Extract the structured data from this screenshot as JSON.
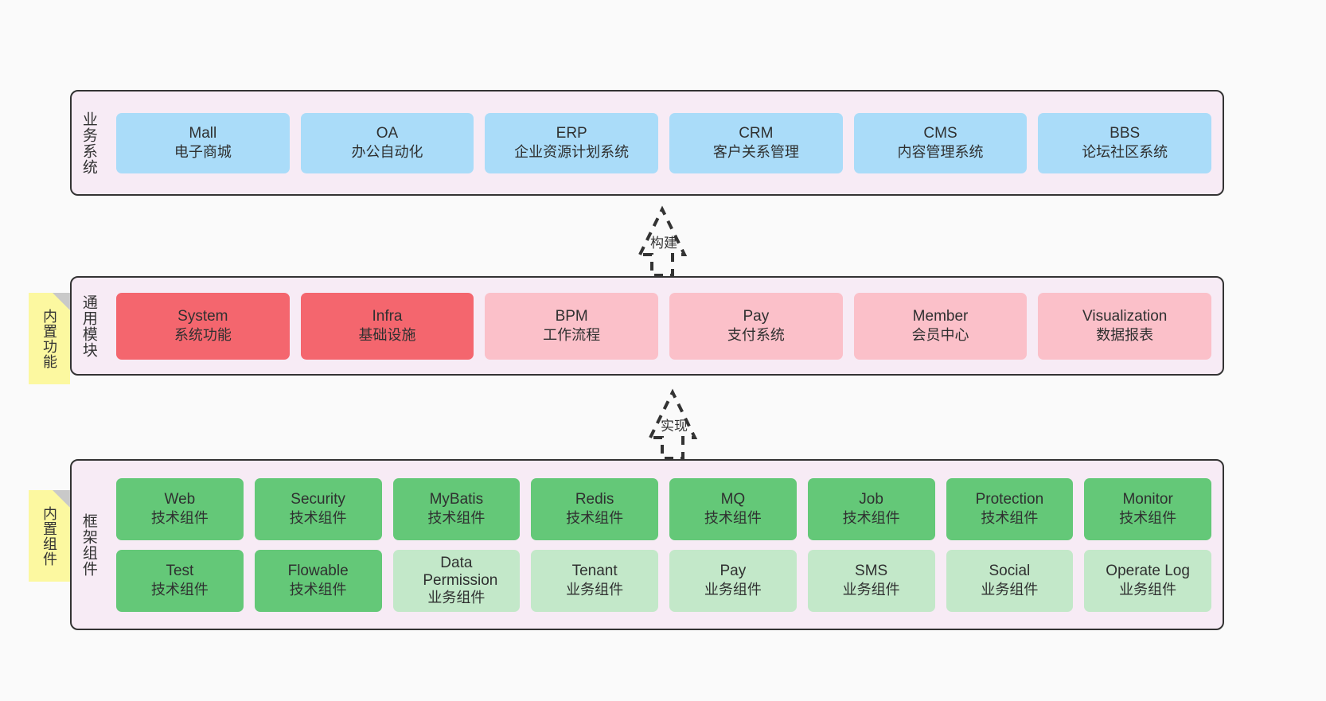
{
  "diagram": {
    "background": "#fafafa",
    "panel_bg": "#f7ebf5",
    "panel_border": "#333333",
    "note_bg": "#fcf8a0",
    "note_fold": "#c9c9c9"
  },
  "layers": [
    {
      "id": "business",
      "title": "业务系统",
      "color": "#aadcf9",
      "cards": [
        {
          "en": "Mall",
          "cn": "电子商城"
        },
        {
          "en": "OA",
          "cn": "办公自动化"
        },
        {
          "en": "ERP",
          "cn": "企业资源计划系统"
        },
        {
          "en": "CRM",
          "cn": "客户关系管理"
        },
        {
          "en": "CMS",
          "cn": "内容管理系统"
        },
        {
          "en": "BBS",
          "cn": "论坛社区系统"
        }
      ]
    },
    {
      "id": "common",
      "title": "通用模块",
      "note": "内置功能",
      "cards": [
        {
          "en": "System",
          "cn": "系统功能",
          "color": "#f4666e"
        },
        {
          "en": "Infra",
          "cn": "基础设施",
          "color": "#f4666e"
        },
        {
          "en": "BPM",
          "cn": "工作流程",
          "color": "#fbc0c9"
        },
        {
          "en": "Pay",
          "cn": "支付系统",
          "color": "#fbc0c9"
        },
        {
          "en": "Member",
          "cn": "会员中心",
          "color": "#fbc0c9"
        },
        {
          "en": "Visualization",
          "cn": "数据报表",
          "color": "#fbc0c9"
        }
      ]
    },
    {
      "id": "framework",
      "title": "框架组件",
      "note": "内置组件",
      "rows": [
        [
          {
            "en": "Web",
            "cn": "技术组件",
            "color": "#64c878"
          },
          {
            "en": "Security",
            "cn": "技术组件",
            "color": "#64c878"
          },
          {
            "en": "MyBatis",
            "cn": "技术组件",
            "color": "#64c878"
          },
          {
            "en": "Redis",
            "cn": "技术组件",
            "color": "#64c878"
          },
          {
            "en": "MQ",
            "cn": "技术组件",
            "color": "#64c878"
          },
          {
            "en": "Job",
            "cn": "技术组件",
            "color": "#64c878"
          },
          {
            "en": "Protection",
            "cn": "技术组件",
            "color": "#64c878"
          },
          {
            "en": "Monitor",
            "cn": "技术组件",
            "color": "#64c878"
          }
        ],
        [
          {
            "en": "Test",
            "cn": "技术组件",
            "color": "#64c878"
          },
          {
            "en": "Flowable",
            "cn": "技术组件",
            "color": "#64c878"
          },
          {
            "en": "Data Permission",
            "cn": "业务组件",
            "color": "#c3e8c9"
          },
          {
            "en": "Tenant",
            "cn": "业务组件",
            "color": "#c3e8c9"
          },
          {
            "en": "Pay",
            "cn": "业务组件",
            "color": "#c3e8c9"
          },
          {
            "en": "SMS",
            "cn": "业务组件",
            "color": "#c3e8c9"
          },
          {
            "en": "Social",
            "cn": "业务组件",
            "color": "#c3e8c9"
          },
          {
            "en": "Operate Log",
            "cn": "业务组件",
            "color": "#c3e8c9"
          }
        ]
      ]
    }
  ],
  "connectors": [
    {
      "id": "build",
      "label": "构建"
    },
    {
      "id": "implement",
      "label": "实现"
    }
  ]
}
